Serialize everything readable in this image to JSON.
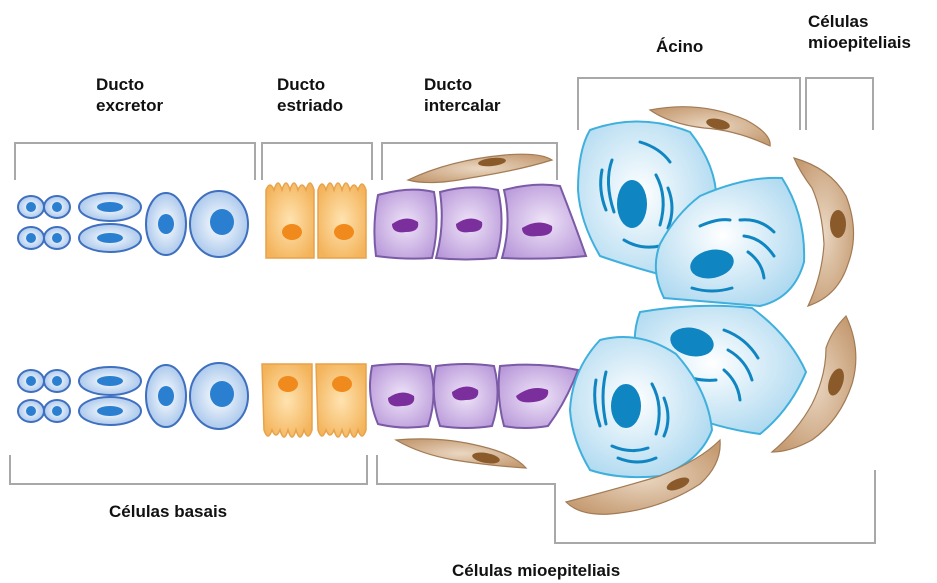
{
  "labels": {
    "ducto_excretor": [
      "Ducto",
      "excretor"
    ],
    "ducto_estriado": [
      "Ducto",
      "estriado"
    ],
    "ducto_intercalar": [
      "Ducto",
      "intercalar"
    ],
    "acino": "Ácino",
    "celulas_mioepiteliais_top": [
      "Células",
      "mioepiteliais"
    ],
    "celulas_basais": "Células basais",
    "celulas_mioepiteliais_bottom": "Células mioepiteliais"
  },
  "colors": {
    "bracket": "#a8a8a8",
    "excretor_fill": "#b9d1ef",
    "excretor_stroke": "#3f6fbf",
    "excretor_nucleus": "#2b7fd0",
    "estriado_fill": "#f6c57a",
    "estriado_nucleus": "#f08a1c",
    "intercalar_fill": "#cdb5e3",
    "intercalar_stroke": "#7b5aa6",
    "intercalar_nucleus": "#7b2f9d",
    "acino_fill": "#d3e9f6",
    "acino_stroke": "#3fb0dc",
    "acino_nucleus": "#0f85c1",
    "mio_fill": "#d4b494",
    "mio_nucleus": "#8b5a2b"
  }
}
